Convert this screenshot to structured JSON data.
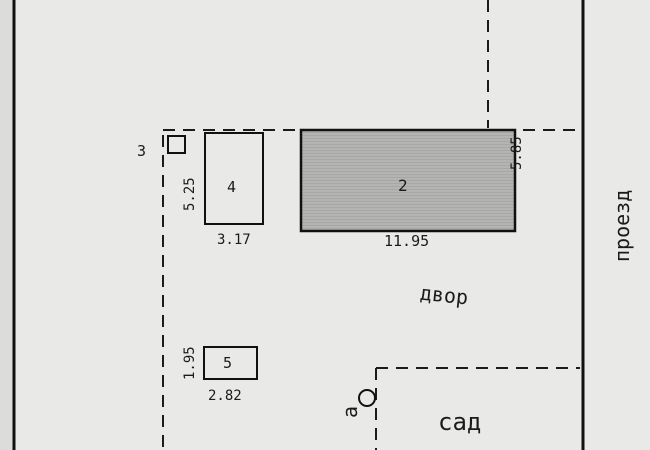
{
  "buildings": [
    {
      "number": "2",
      "dim_width": "11.95",
      "dim_depth": "5.85",
      "shaded": true
    },
    {
      "number": "3",
      "dim_width": "",
      "dim_depth": ""
    },
    {
      "number": "4",
      "dim_width": "3.17",
      "dim_depth": "5.25"
    },
    {
      "number": "5",
      "dim_width": "2.82",
      "dim_depth": "1.95"
    }
  ],
  "area_labels": {
    "yard": "двор",
    "garden": "сад",
    "passage": "проезд",
    "marker": "а"
  },
  "colors": {
    "paper": "#e9e9e7",
    "ink": "#1b1b1b",
    "shading": "#a9a9a7"
  }
}
